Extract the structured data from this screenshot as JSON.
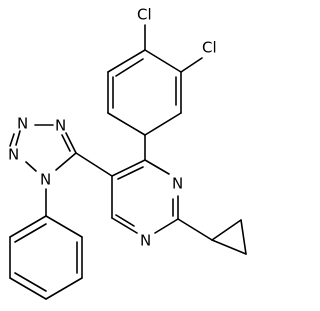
{
  "structure": {
    "atom_labels": {
      "cl_top": "Cl",
      "cl_right": "Cl",
      "tetrazole_n1": "N",
      "tetrazole_n2": "N",
      "tetrazole_n3": "N",
      "tetrazole_n4": "N",
      "pyrimidine_n1": "N",
      "pyrimidine_n3": "N"
    }
  }
}
